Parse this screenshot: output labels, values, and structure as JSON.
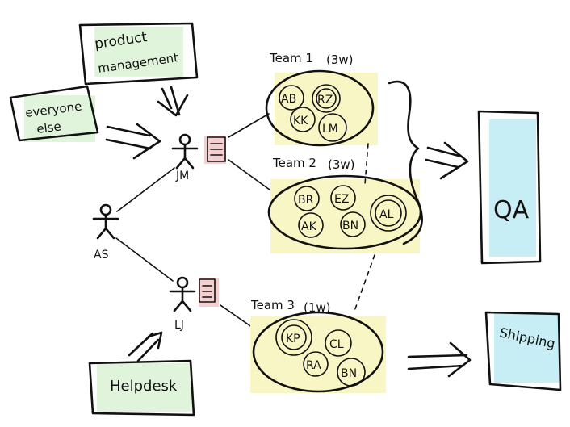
{
  "boxes": {
    "product_management": {
      "line1": "product",
      "line2": "management"
    },
    "everyone_else": {
      "line1": "everyone",
      "line2": "else"
    },
    "helpdesk": {
      "label": "Helpdesk"
    },
    "qa": {
      "label": "QA"
    },
    "shipping": {
      "label": "Shipping"
    }
  },
  "people": {
    "as": "AS",
    "jm": "JM",
    "lj": "LJ"
  },
  "teams": [
    {
      "title": "Team 1",
      "duration": "(3w)",
      "members": [
        "AB",
        "RZ",
        "KK",
        "LM"
      ]
    },
    {
      "title": "Team 2",
      "duration": "(3w)",
      "members": [
        "BR",
        "EZ",
        "AL",
        "AK",
        "BN"
      ]
    },
    {
      "title": "Team 3",
      "duration": "(1w)",
      "members": [
        "KP",
        "CL",
        "RA",
        "BN"
      ]
    }
  ],
  "colors": {
    "green_fill": "#d8f0d2",
    "yellow_fill": "#f7f0b3",
    "highlight": "#f9f6c5",
    "pink_doc": "#f5cfcf",
    "cyan_fill": "#c7eef4"
  }
}
